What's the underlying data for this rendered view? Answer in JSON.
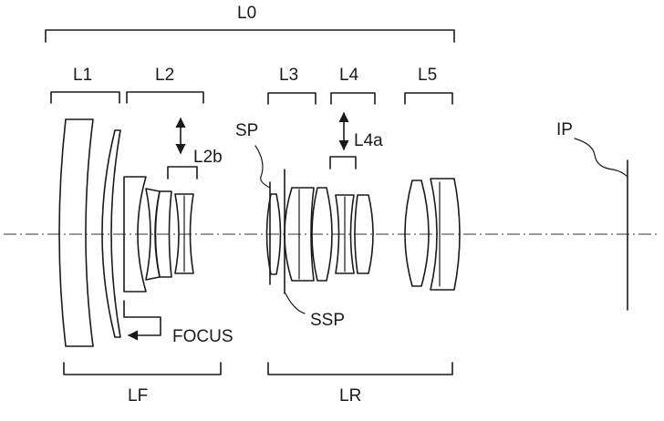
{
  "labels": {
    "l0": "L0",
    "l1": "L1",
    "l2": "L2",
    "l3": "L3",
    "l4": "L4",
    "l5": "L5",
    "l2b": "L2b",
    "l4a": "L4a",
    "sp": "SP",
    "ssp": "SSP",
    "ip": "IP",
    "focus": "FOCUS",
    "lf": "LF",
    "lr": "LR"
  }
}
